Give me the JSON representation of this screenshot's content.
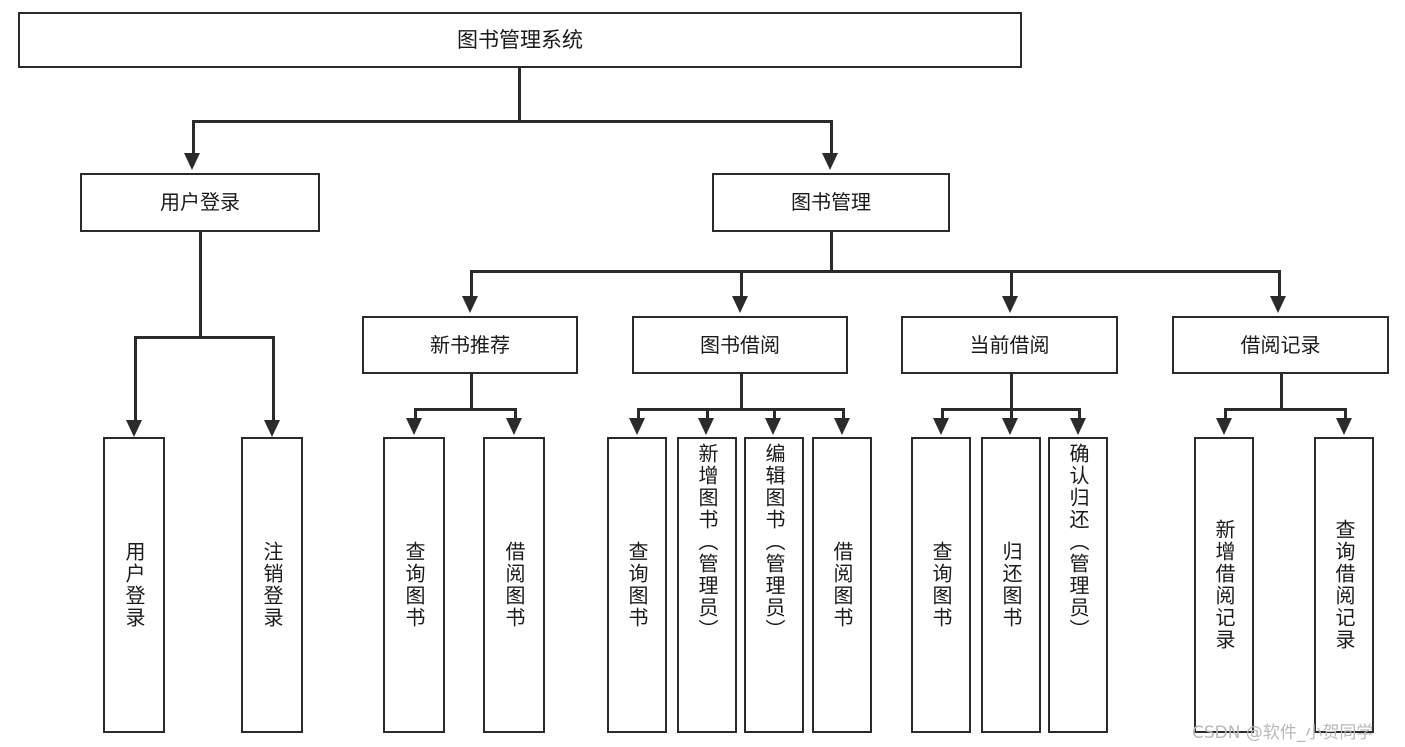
{
  "diagram": {
    "type": "tree",
    "title": "图书管理系统",
    "watermark": "CSDN @软件_小贺同学",
    "colors": {
      "stroke": "#2b2b2b",
      "fill": "#ffffff",
      "text": "#1a1a1a",
      "watermark": "#b9b9b9"
    },
    "root": {
      "label": "图书管理系统"
    },
    "level1": [
      {
        "key": "user_login",
        "label": "用户登录"
      },
      {
        "key": "book_manage",
        "label": "图书管理"
      }
    ],
    "level2": [
      {
        "key": "new_book_rec",
        "label": "新书推荐",
        "parent": "book_manage"
      },
      {
        "key": "book_borrow",
        "label": "图书借阅",
        "parent": "book_manage"
      },
      {
        "key": "current_borrow",
        "label": "当前借阅",
        "parent": "book_manage"
      },
      {
        "key": "borrow_record",
        "label": "借阅记录",
        "parent": "book_manage"
      }
    ],
    "leaves": [
      {
        "key": "leaf_user_login",
        "label": "用户登录",
        "parent": "user_login"
      },
      {
        "key": "leaf_user_logout",
        "label": "注销登录",
        "parent": "user_login"
      },
      {
        "key": "leaf_query_book_1",
        "label": "查询图书",
        "parent": "new_book_rec"
      },
      {
        "key": "leaf_borrow_book_1",
        "label": "借阅图书",
        "parent": "new_book_rec"
      },
      {
        "key": "leaf_query_book_2",
        "label": "查询图书",
        "parent": "book_borrow"
      },
      {
        "key": "leaf_add_book",
        "label": "新增图书（管理员）",
        "parent": "book_borrow"
      },
      {
        "key": "leaf_edit_book",
        "label": "编辑图书（管理员）",
        "parent": "book_borrow"
      },
      {
        "key": "leaf_borrow_book_2",
        "label": "借阅图书",
        "parent": "book_borrow"
      },
      {
        "key": "leaf_query_book_3",
        "label": "查询图书",
        "parent": "current_borrow"
      },
      {
        "key": "leaf_return_book",
        "label": "归还图书",
        "parent": "current_borrow"
      },
      {
        "key": "leaf_confirm_return",
        "label": "确认归还（管理员）",
        "parent": "current_borrow"
      },
      {
        "key": "leaf_add_record",
        "label": "新增借阅记录",
        "parent": "borrow_record"
      },
      {
        "key": "leaf_query_record",
        "label": "查询借阅记录",
        "parent": "borrow_record"
      }
    ]
  }
}
